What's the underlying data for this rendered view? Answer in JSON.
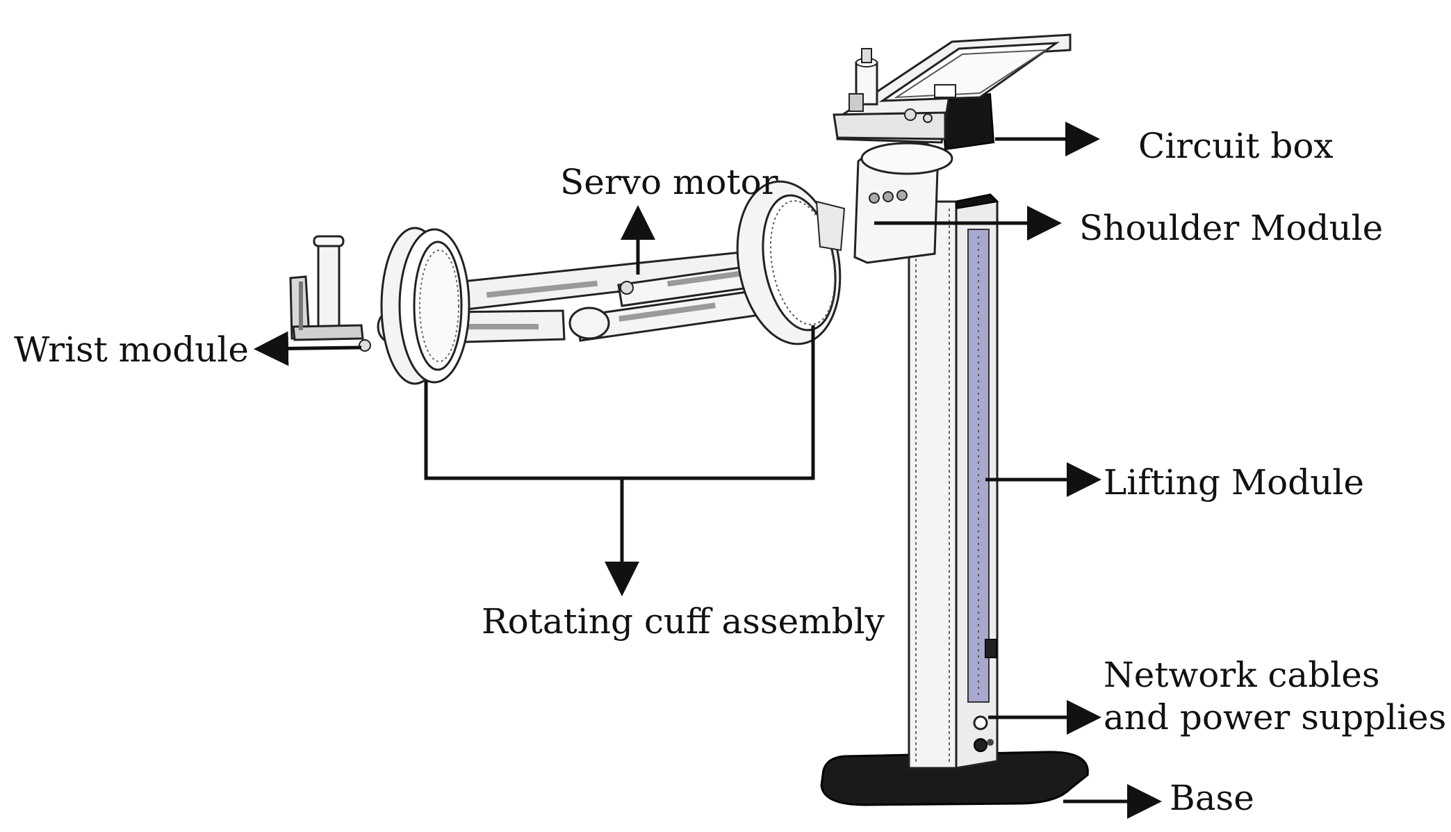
{
  "labels": {
    "circuit_box": "Circuit box",
    "shoulder_module": "Shoulder Module",
    "servo_motor": "Servo motor",
    "wrist_module": "Wrist module",
    "lifting_module": "Lifting Module",
    "rotating_cuff_assembly": "Rotating cuff assembly",
    "network_line1": "Network cables",
    "network_line2": "and power supplies",
    "base": "Base"
  },
  "colors": {
    "line": "#111111",
    "outline": "#222222",
    "metal_fill": "#f2f2f2",
    "slot_fill": "#9a9a9a",
    "rail_fill": "#a7a9cf",
    "base_fill": "#1a1a1a",
    "block_fill": "#141414"
  }
}
